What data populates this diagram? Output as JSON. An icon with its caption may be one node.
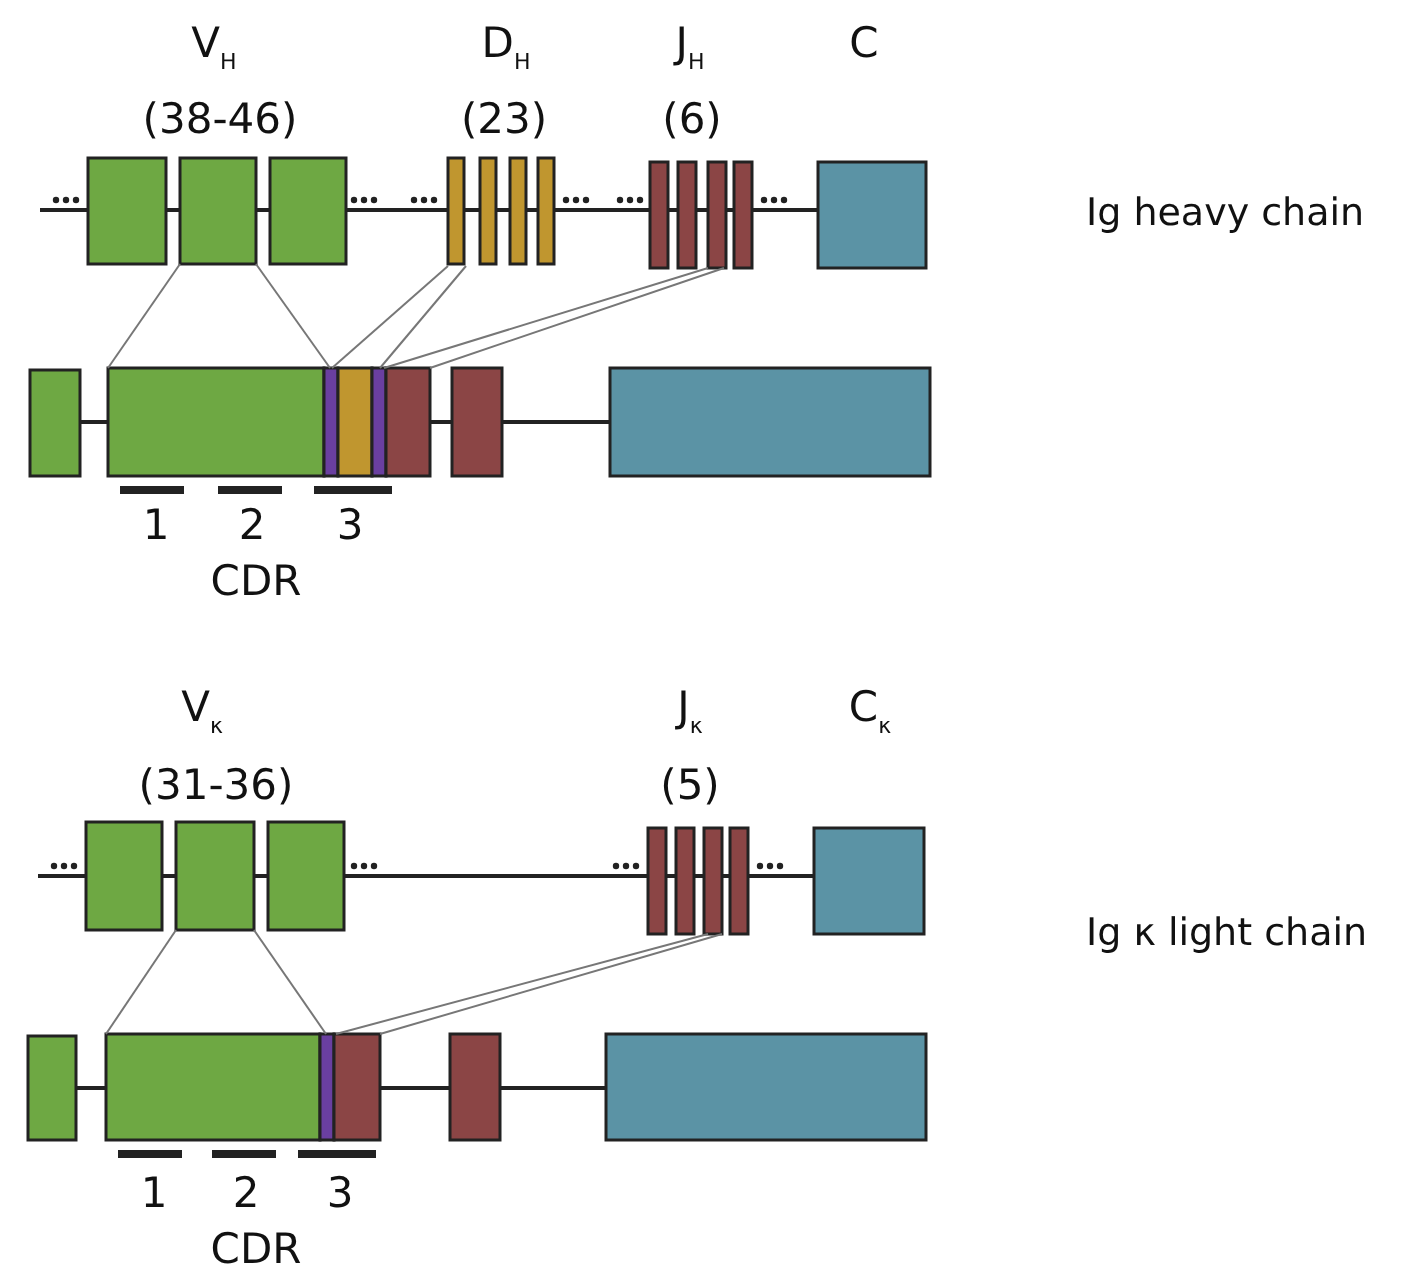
{
  "diagram": {
    "labels": [
      "V$_{H}$",
      "D$_{H}$",
      "J$_{H}$",
      "C",
      "(38-46)",
      "(23)",
      "(6)",
      "Ig heavy chain",
      "1",
      "2",
      "3",
      "CDR",
      "V$_{κ}$",
      "J$_{κ}$",
      "C$_{κ}$",
      "(31-36)",
      "(5)",
      "Ig κ light chain",
      "1",
      "2",
      "3",
      "CDR"
    ]
  }
}
